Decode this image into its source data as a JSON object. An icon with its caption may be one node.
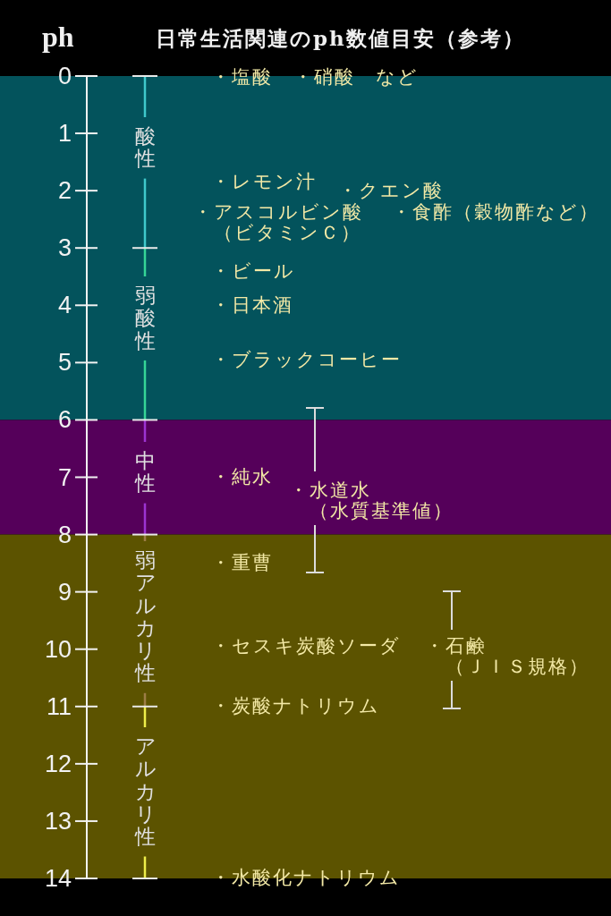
{
  "diagram": {
    "title": "日常生活関連のph数値目安（参考）",
    "labels": [
      "ph",
      "0",
      "1",
      "2",
      "3",
      "4",
      "5",
      "6",
      "7",
      "8",
      "9",
      "10",
      "11",
      "12",
      "13",
      "14",
      "酸性",
      "弱酸性",
      "中性",
      "弱アルカリ性",
      "アルカリ性",
      "・塩酸　・硝酸　など",
      "・レモン汁",
      "・クエン酸",
      "・アスコルビン酸（ビタミンＣ）",
      "・食酢（穀物酢など）",
      "・ビール",
      "・日本酒",
      "・ブラックコーヒー",
      "・純水",
      "・水道水（水質基準値）",
      "・重曹",
      "・セスキ炭酸ソーダ",
      "・石鹸（ＪＩＳ規格）",
      "・炭酸ナトリウム",
      "・水酸化ナトリウム"
    ]
  }
}
